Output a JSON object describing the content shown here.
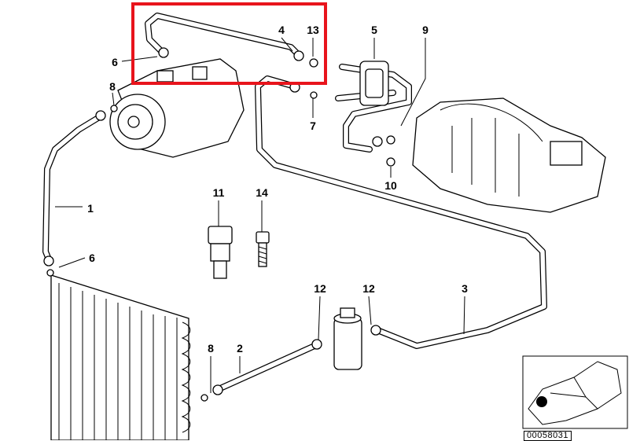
{
  "diagram": {
    "callouts": [
      {
        "id": "callout-4",
        "text": "4"
      },
      {
        "id": "callout-13",
        "text": "13"
      },
      {
        "id": "callout-5",
        "text": "5"
      },
      {
        "id": "callout-9",
        "text": "9"
      },
      {
        "id": "callout-6-top",
        "text": "6"
      },
      {
        "id": "callout-8-top",
        "text": "8"
      },
      {
        "id": "callout-7",
        "text": "7"
      },
      {
        "id": "callout-10",
        "text": "10"
      },
      {
        "id": "callout-1",
        "text": "1"
      },
      {
        "id": "callout-11",
        "text": "11"
      },
      {
        "id": "callout-14",
        "text": "14"
      },
      {
        "id": "callout-6-bottom",
        "text": "6"
      },
      {
        "id": "callout-12-left",
        "text": "12"
      },
      {
        "id": "callout-12-right",
        "text": "12"
      },
      {
        "id": "callout-3",
        "text": "3"
      },
      {
        "id": "callout-8-bottom",
        "text": "8"
      },
      {
        "id": "callout-2",
        "text": "2"
      }
    ],
    "diagram_code": "00058031",
    "highlight_color": "#e8141c"
  }
}
